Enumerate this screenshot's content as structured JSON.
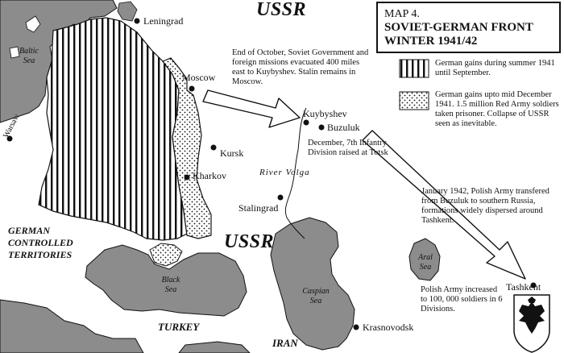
{
  "title": {
    "line1": "MAP 4.",
    "line2": "SOVIET-GERMAN FRONT",
    "line3": "WINTER 1941/42"
  },
  "legend": {
    "summer_gains": "German gains during summer 1941 until September.",
    "december_gains": "German gains upto mid December 1941. 1.5 million Red Army soldiers taken prisoner. Collapse of USSR seen as inevitable."
  },
  "regions": {
    "ussr_north": "USSR",
    "ussr_south": "USSR",
    "german_controlled": [
      "GERMAN",
      "CONTROLLED",
      "TERRITORIES"
    ],
    "turkey": "TURKEY",
    "iran": "IRAN"
  },
  "seas": {
    "baltic": [
      "Baltic",
      "Sea"
    ],
    "black": [
      "Black",
      "Sea"
    ],
    "caspian": [
      "Caspian",
      "Sea"
    ],
    "aral": [
      "Aral",
      "Sea"
    ]
  },
  "river": "River Volga",
  "cities": {
    "leningrad": "Leningrad",
    "moscow": "Moscow",
    "warsaw": "Warsaw",
    "kursk": "Kursk",
    "kharkov": "Kharkov",
    "kuybyshev": "Kuybyshev",
    "buzuluk": "Buzuluk",
    "stalingrad": "Stalingrad",
    "tashkent": "Tashkent",
    "krasnovodsk": "Krasnovodsk"
  },
  "notes": {
    "evacuation": "End of October, Soviet Government and foreign missions evacuated 400 miles east to Kuybyshev. Stalin remains in Moscow.",
    "infantry": "December, 7th Infantry Division raised at Totsk",
    "polish_army_transfer": "January 1942, Polish Army transfered from Buzuluk to southern Russia, formations widely dispersed around Tashkent.",
    "polish_army_increase": "Polish Army increased to 100, 000 soldiers in 6 Divisions."
  },
  "colors": {
    "water": "#8c8c8c",
    "ink": "#111111",
    "land": "#ffffff"
  },
  "icons": {
    "polish_eagle": "white-eagle-emblem"
  }
}
